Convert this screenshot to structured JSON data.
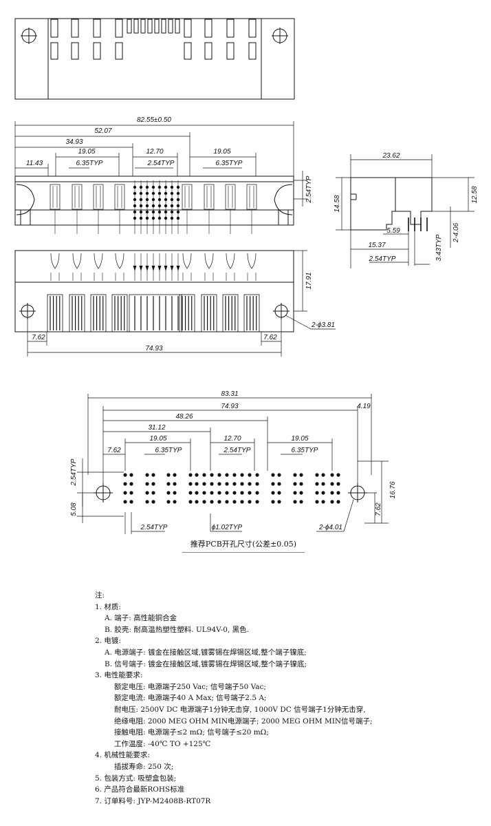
{
  "drawing": {
    "top_view_dims": {
      "overall_width": "82.55±0.50",
      "d52": "52.07",
      "d34": "34.93",
      "d19a": "19.05",
      "d12": "12.70",
      "d19b": "19.05",
      "d11": "11.43",
      "pitch_power_a": "6.35TYP",
      "pitch_signal": "2.54TYP",
      "pitch_power_b": "6.35TYP",
      "pitch_vertical": "2.54TYP"
    },
    "side_view_dims": {
      "width": "23.62",
      "height_left": "14.58",
      "height_right": "12.58",
      "d559": "5.59",
      "d1537": "15.37",
      "pitch": "2.54TYP",
      "d343": "3.43TYP",
      "d406": "2-4.06"
    },
    "front_view_dims": {
      "height": "17.91",
      "left_offset": "7.62",
      "right_offset": "7.62",
      "hole_span": "74.93",
      "hole_diameter": "2-ϕ3.81"
    },
    "pcb_dims": {
      "overall": "83.31",
      "hole_span": "74.93",
      "right_offset": "4.19",
      "d48": "48.26",
      "d31": "31.12",
      "d19a": "19.05",
      "d12": "12.70",
      "d19b": "19.05",
      "d762": "7.62",
      "pitch_power_a": "6.35TYP",
      "pitch_signal": "2.54TYP",
      "pitch_power_b": "6.35TYP",
      "pitch_vertical": "2.54TYP",
      "d508": "5.08",
      "height": "16.76",
      "d762_right": "7.62",
      "pitch_bottom": "2.54TYP",
      "pin_hole": "ϕ1.02TYP",
      "mount_hole": "2-ϕ4.01"
    }
  },
  "caption": "推荐PCB开孔尺寸(公差±0.05)",
  "notes": [
    {
      "level": 0,
      "text": "注:"
    },
    {
      "level": 0,
      "text": "1. 材质:"
    },
    {
      "level": 1,
      "text": "A. 端子: 高性能铜合金"
    },
    {
      "level": 1,
      "text": "B. 胶壳: 耐高温热塑性塑料. UL94V-0, 黑色."
    },
    {
      "level": 0,
      "text": "2. 电镀:"
    },
    {
      "level": 1,
      "text": "A. 电源端子: 镀金在接触区域,镀雾锡在焊锡区域,整个端子镍底;"
    },
    {
      "level": 1,
      "text": "B. 信号端子: 镀金在接触区域,镀雾锡在焊锡区域,整个端子镍底;"
    },
    {
      "level": 0,
      "text": "3. 电性能要求:"
    },
    {
      "level": 2,
      "text": "额定电压: 电源端子250 Vac; 信号端子50 Vac;"
    },
    {
      "level": 2,
      "text": "额定电流: 电源端子40 A Max; 信号端子2.5 A;"
    },
    {
      "level": 2,
      "text": "耐电压: 2500V DC 电源端子1分钟无击穿, 1000V DC 信号端子1分钟无击穿,"
    },
    {
      "level": 2,
      "text": "绝缘电阻: 2000 MEG OHM MIN电源端子; 2000 MEG OHM MIN信号端子;"
    },
    {
      "level": 2,
      "text": "接触电阻: 电源端子≤2 mΩ; 信号端子≤20 mΩ;"
    },
    {
      "level": 2,
      "text": "工作温度: -40℃ TO +125℃"
    },
    {
      "level": 0,
      "text": "4. 机械性能要求:"
    },
    {
      "level": 2,
      "text": "插拔寿命: 250 次;"
    },
    {
      "level": 0,
      "text": "5. 包装方式: 吸塑盒包装;"
    },
    {
      "level": 0,
      "text": "6. 产品符合最新ROHS标准"
    },
    {
      "level": 0,
      "text": "7. 订单料号: JYP-M2408B-RT07R"
    }
  ]
}
